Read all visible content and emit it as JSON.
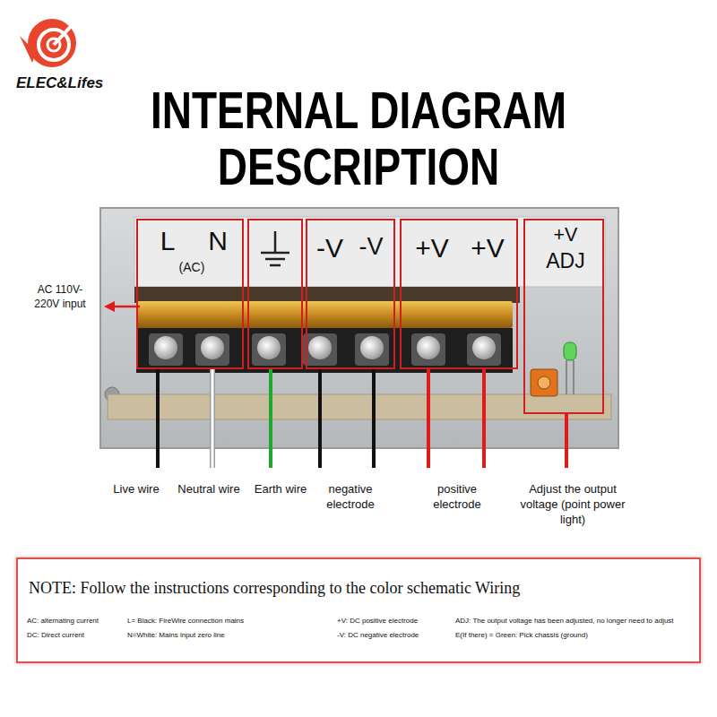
{
  "diagram": {
    "title": "INTERNAL DIAGRAM DESCRIPTION",
    "nodes": [
      {
        "text": [
          "L",
          "N",
          "(AC)"
        ]
      },
      {
        "text": [
          "-V",
          "-V"
        ]
      },
      {
        "text": [
          "+V",
          "+V"
        ]
      },
      {
        "text": [
          "+V",
          "ADJ"
        ]
      },
      {
        "text": [
          "NOTE: Follow the instructions corresponding to the color schematic Wiring",
          "AC: alternating current",
          "L= Black: FireWire connection mains",
          "+V: DC positive electrode",
          "ADJ: The output voltage has been adjusted, no longer need to adjust",
          "DC: Direct current",
          "N=White: Mains input zero line",
          "-V: DC negative electrode",
          "E(If there) = Green: Pick chassis (ground)"
        ]
      }
    ],
    "labels": [
      "ELEC&Lifes",
      "AC 110V-220V input",
      "Live wire",
      "Neutral wire",
      "Earth wire",
      "negative electrode",
      "positive electrode",
      "Adjust the output voltage (point power light)"
    ]
  }
}
